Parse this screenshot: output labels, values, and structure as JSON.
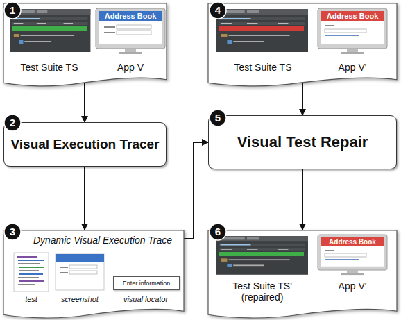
{
  "diagram": {
    "nodes": [
      {
        "text": [
          "Test Suite TS",
          "App V"
        ]
      },
      {
        "text": [
          "Visual Execution Tracer"
        ]
      },
      {
        "text": [
          "Dynamic Visual Execution Trace",
          "test",
          "screenshot",
          "visual locator"
        ]
      },
      {
        "text": [
          "Enter information"
        ],
        "in": 2
      },
      {
        "text": [
          "Test Suite TS",
          "App V'"
        ]
      },
      {
        "text": [
          "Visual Test Repair"
        ]
      },
      {
        "text": [
          "Test Suite TS' (repaired)",
          "App V'"
        ]
      }
    ],
    "edges": [
      {
        "from": 0,
        "to": 1,
        "arrow": "to"
      },
      {
        "from": 1,
        "to": 2,
        "arrow": "to"
      },
      {
        "from": 2,
        "to": 5,
        "arrow": "to"
      },
      {
        "from": 4,
        "to": 5,
        "arrow": "to"
      },
      {
        "from": 5,
        "to": 6,
        "arrow": "to"
      }
    ],
    "labels": [
      "1",
      "2",
      "3",
      "4",
      "5",
      "6",
      "Address Book",
      "Address Book",
      "Address Book"
    ]
  }
}
